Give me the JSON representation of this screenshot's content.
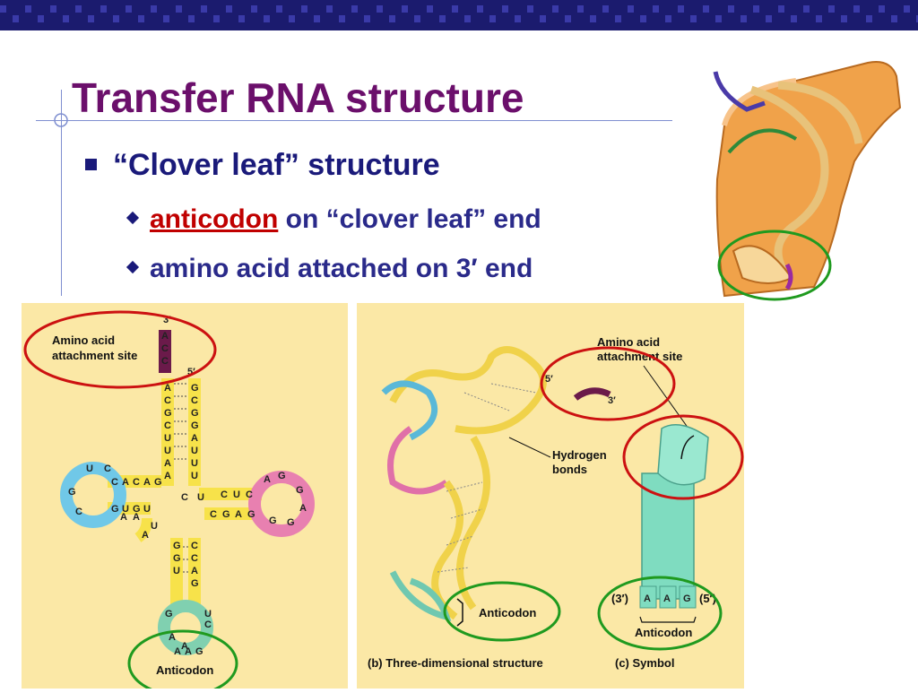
{
  "slide": {
    "title": "Transfer RNA structure",
    "bullet": "“Clover leaf” structure",
    "sub1_highlight": "anticodon",
    "sub1_rest": " on “clover leaf” end",
    "sub2": "amino acid attached on 3′ end"
  },
  "panel_a": {
    "three_prime": "3′",
    "five_prime": "5′",
    "amino_label_line1": "Amino acid",
    "amino_label_line2": "attachment site",
    "anticodon_label": "Anticodon",
    "acc_end": [
      "A",
      "C",
      "C"
    ],
    "left_strand": [
      "A",
      "C",
      "G",
      "C",
      "U",
      "U",
      "A",
      "A"
    ],
    "right_strand": [
      "G",
      "C",
      "G",
      "G",
      "A",
      "U",
      "U",
      "U"
    ],
    "d_arm_top": [
      "C",
      "A",
      "C",
      "A",
      "G"
    ],
    "d_arm_bottom": [
      "G",
      "U",
      "G",
      "U"
    ],
    "d_loop": [
      "U",
      "C",
      "G",
      "C"
    ],
    "t_arm_top": [
      "C",
      "U",
      "C"
    ],
    "t_arm_bottom": [
      "C",
      "G",
      "A",
      "G"
    ],
    "t_loop": [
      "A",
      "G",
      "G",
      "A",
      "G",
      "G"
    ],
    "ac_left": [
      "G",
      "G",
      "U"
    ],
    "ac_right": [
      "C",
      "C",
      "A",
      "G"
    ],
    "loop_bases": [
      "U",
      "C",
      "G",
      "A",
      "A"
    ],
    "anticodon_bases": [
      "A",
      "A",
      "G"
    ],
    "misc": [
      "U",
      "A",
      "A",
      "A",
      "C",
      "U"
    ]
  },
  "panel_b": {
    "amino_label_line1": "Amino acid",
    "amino_label_line2": "attachment site",
    "five_prime": "5′",
    "three_prime": "3′",
    "hbond_line1": "Hydrogen",
    "hbond_line2": "bonds",
    "anticodon_3d": "Anticodon",
    "caption_b": "(b) Three-dimensional structure",
    "caption_c": "(c) Symbol",
    "symbol_left": "(3′)",
    "symbol_right": "(5′)",
    "symbol_bases": [
      "A",
      "A",
      "G"
    ],
    "anticodon_symbol": "Anticodon"
  },
  "colors": {
    "title": "#6b0f6b",
    "text": "#1a1a7a",
    "highlight": "#c00000",
    "panel_bg": "#fbe8a6",
    "red_circle": "#cc1111",
    "green_circle": "#1f9a1f",
    "teal_symbol": "#7fdcc0"
  }
}
